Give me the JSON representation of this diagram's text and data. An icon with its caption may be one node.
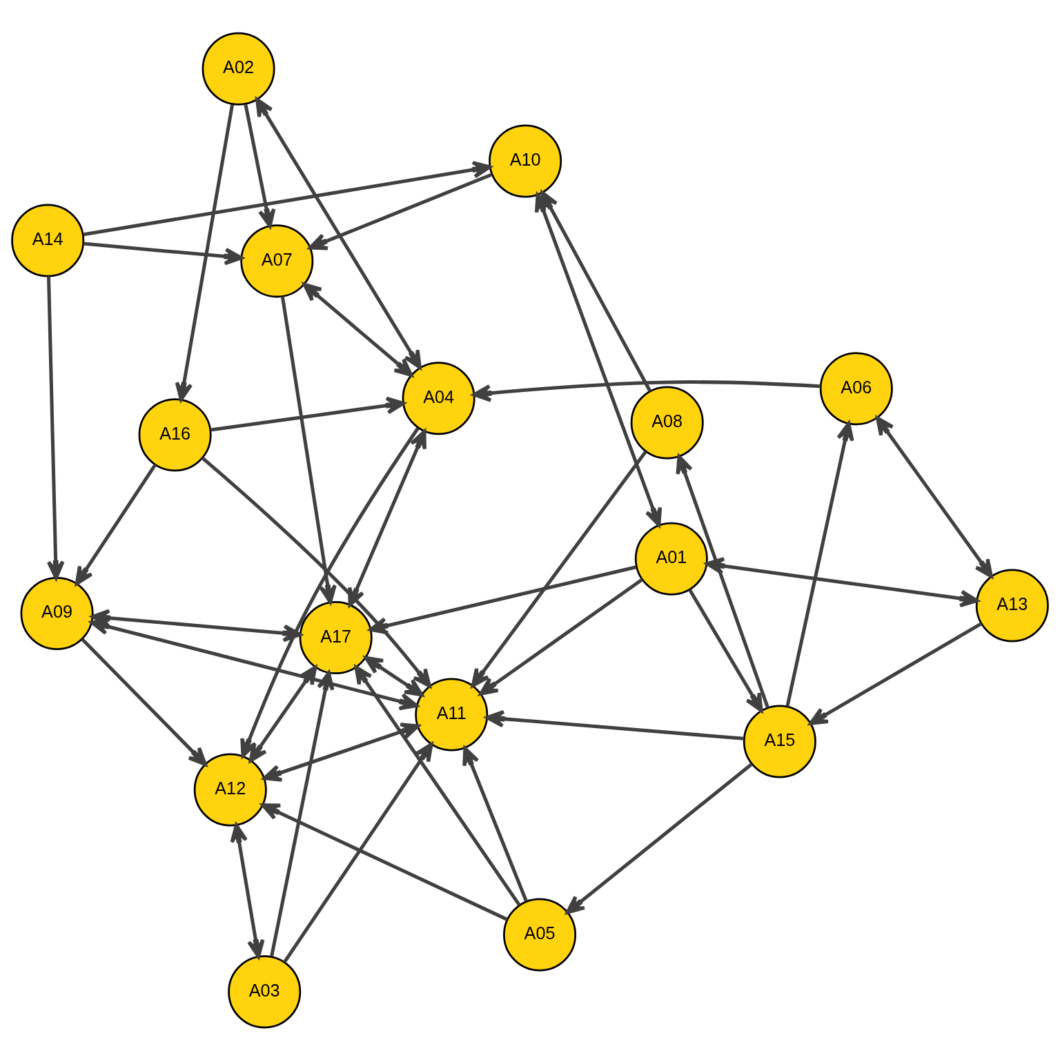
{
  "diagram": {
    "nodes": [
      {
        "text": [
          "A16"
        ]
      },
      {
        "text": [
          "A02"
        ]
      },
      {
        "text": [
          "A03"
        ]
      },
      {
        "text": [
          "A12"
        ]
      },
      {
        "text": [
          "A04"
        ]
      },
      {
        "text": [
          "A09"
        ]
      },
      {
        "text": [
          "A05"
        ]
      },
      {
        "text": [
          "A17"
        ]
      },
      {
        "text": [
          "A07"
        ]
      },
      {
        "text": [
          "A11"
        ]
      },
      {
        "text": [
          "A14"
        ]
      },
      {
        "text": [
          "A06"
        ]
      },
      {
        "text": [
          "A15"
        ]
      },
      {
        "text": [
          "A01"
        ]
      },
      {
        "text": [
          "A10"
        ]
      },
      {
        "text": [
          "A08"
        ]
      },
      {
        "text": [
          "A13"
        ]
      }
    ],
    "edges": [
      {
        "from": 1,
        "to": 0,
        "arrow": "to"
      },
      {
        "from": 0,
        "to": 4,
        "arrow": "to"
      },
      {
        "from": 0,
        "to": 5,
        "arrow": "to"
      },
      {
        "from": 0,
        "to": 9,
        "arrow": "to"
      },
      {
        "from": 1,
        "to": 8,
        "arrow": "to"
      },
      {
        "from": 4,
        "to": 1,
        "arrow": "both"
      },
      {
        "from": 2,
        "to": 3,
        "arrow": "both"
      },
      {
        "from": 2,
        "to": 9,
        "arrow": "to"
      },
      {
        "from": 2,
        "to": 7,
        "arrow": "to"
      },
      {
        "from": 6,
        "to": 3,
        "arrow": "to"
      },
      {
        "from": 6,
        "to": 7,
        "arrow": "to"
      },
      {
        "from": 6,
        "to": 9,
        "arrow": "to"
      },
      {
        "from": 12,
        "to": 6,
        "arrow": "to"
      },
      {
        "from": 11,
        "to": 4,
        "arrow": "to"
      },
      {
        "from": 12,
        "to": 11,
        "arrow": "to"
      },
      {
        "from": 16,
        "to": 11,
        "arrow": "both"
      },
      {
        "from": 16,
        "to": 12,
        "arrow": "to"
      },
      {
        "from": 13,
        "to": 16,
        "arrow": "both"
      },
      {
        "from": 13,
        "to": 12,
        "arrow": "to"
      },
      {
        "from": 12,
        "to": 15,
        "arrow": "to"
      },
      {
        "from": 12,
        "to": 9,
        "arrow": "to"
      },
      {
        "from": 15,
        "to": 9,
        "arrow": "to"
      },
      {
        "from": 13,
        "to": 9,
        "arrow": "to"
      },
      {
        "from": 15,
        "to": 14,
        "arrow": "to"
      },
      {
        "from": 13,
        "to": 14,
        "arrow": "both"
      },
      {
        "from": 13,
        "to": 7,
        "arrow": "to"
      },
      {
        "from": 14,
        "to": 8,
        "arrow": "to"
      },
      {
        "from": 10,
        "to": 14,
        "arrow": "to"
      },
      {
        "from": 10,
        "to": 8,
        "arrow": "to"
      },
      {
        "from": 10,
        "to": 5,
        "arrow": "to"
      },
      {
        "from": 8,
        "to": 7,
        "arrow": "to"
      },
      {
        "from": 4,
        "to": 8,
        "arrow": "both"
      },
      {
        "from": 4,
        "to": 3,
        "arrow": "to"
      },
      {
        "from": 5,
        "to": 3,
        "arrow": "to"
      },
      {
        "from": 3,
        "to": 9,
        "arrow": "both"
      },
      {
        "from": 3,
        "to": 7,
        "arrow": "both"
      },
      {
        "from": 7,
        "to": 4,
        "arrow": "both"
      },
      {
        "from": 7,
        "to": 5,
        "arrow": "both"
      },
      {
        "from": 9,
        "to": 5,
        "arrow": "both"
      },
      {
        "from": 9,
        "to": 7,
        "arrow": "both"
      }
    ]
  }
}
